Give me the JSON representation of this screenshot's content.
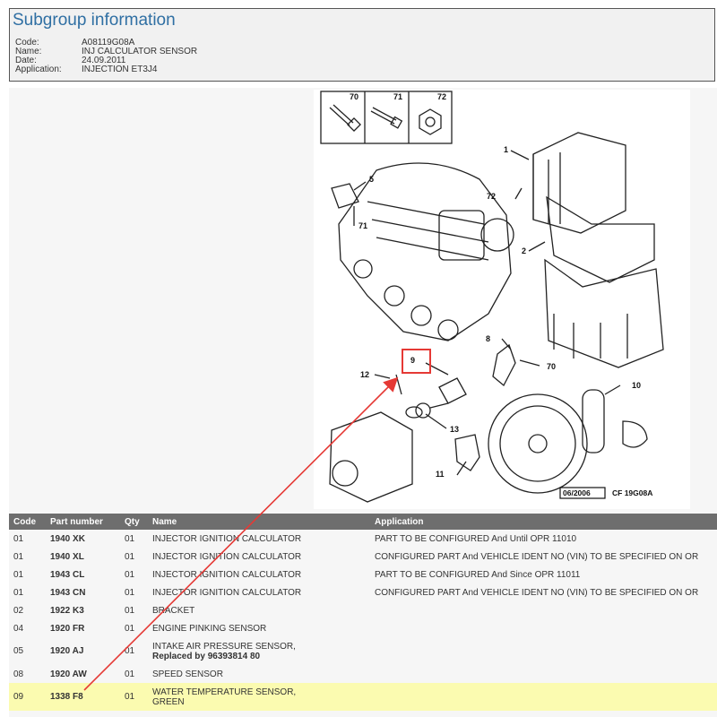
{
  "header": {
    "title": "Subgroup information",
    "fields": [
      {
        "label": "Code:",
        "value": "A08119G08A"
      },
      {
        "label": "Name:",
        "value": "INJ CALCULATOR SENSOR"
      },
      {
        "label": "Date:",
        "value": "24.09.2011"
      },
      {
        "label": "Application:",
        "value": "INJECTION ET3J4"
      }
    ]
  },
  "drawing": {
    "callouts": [
      "1",
      "2",
      "5",
      "8",
      "9",
      "10",
      "11",
      "12",
      "13",
      "70",
      "71",
      "72"
    ],
    "inset_labels": [
      "70",
      "71",
      "72"
    ],
    "stamp_date": "06/2006",
    "stamp_ref": "CF 19G08A"
  },
  "table": {
    "columns": [
      "Code",
      "Part number",
      "Qty",
      "Name",
      "Application"
    ],
    "rows": [
      {
        "code": "01",
        "pn": "1940 XK",
        "qty": "01",
        "name": "INJECTOR IGNITION CALCULATOR",
        "app": "PART TO BE CONFIGURED And Until OPR 11010"
      },
      {
        "code": "01",
        "pn": "1940 XL",
        "qty": "01",
        "name": "INJECTOR IGNITION CALCULATOR",
        "app": "CONFIGURED PART And VEHICLE IDENT NO (VIN) TO BE SPECIFIED ON OR"
      },
      {
        "code": "01",
        "pn": "1943 CL",
        "qty": "01",
        "name": "INJECTOR IGNITION CALCULATOR",
        "app": "PART TO BE CONFIGURED And Since OPR 11011"
      },
      {
        "code": "01",
        "pn": "1943 CN",
        "qty": "01",
        "name": "INJECTOR IGNITION CALCULATOR",
        "app": "CONFIGURED PART And VEHICLE IDENT NO (VIN) TO BE SPECIFIED ON OR"
      },
      {
        "code": "02",
        "pn": "1922 K3",
        "qty": "01",
        "name": "BRACKET",
        "app": ""
      },
      {
        "code": "04",
        "pn": "1920 FR",
        "qty": "01",
        "name": "ENGINE PINKING SENSOR",
        "app": ""
      },
      {
        "code": "05",
        "pn": "1920 AJ",
        "qty": "01",
        "name": "INTAKE AIR PRESSURE SENSOR,",
        "name2": "Replaced by 96393814 80",
        "app": ""
      },
      {
        "code": "08",
        "pn": "1920 AW",
        "qty": "01",
        "name": "SPEED SENSOR",
        "app": ""
      },
      {
        "code": "09",
        "pn": "1338 F8",
        "qty": "01",
        "name": "WATER TEMPERATURE SENSOR,",
        "name2": "GREEN",
        "app": ""
      }
    ]
  },
  "colors": {
    "title": "#2f6fa3",
    "header_bg": "#6e6e6e",
    "selected_row": "#fbfbb0",
    "highlight_box": "#e53935",
    "arrow": "#e53935"
  }
}
